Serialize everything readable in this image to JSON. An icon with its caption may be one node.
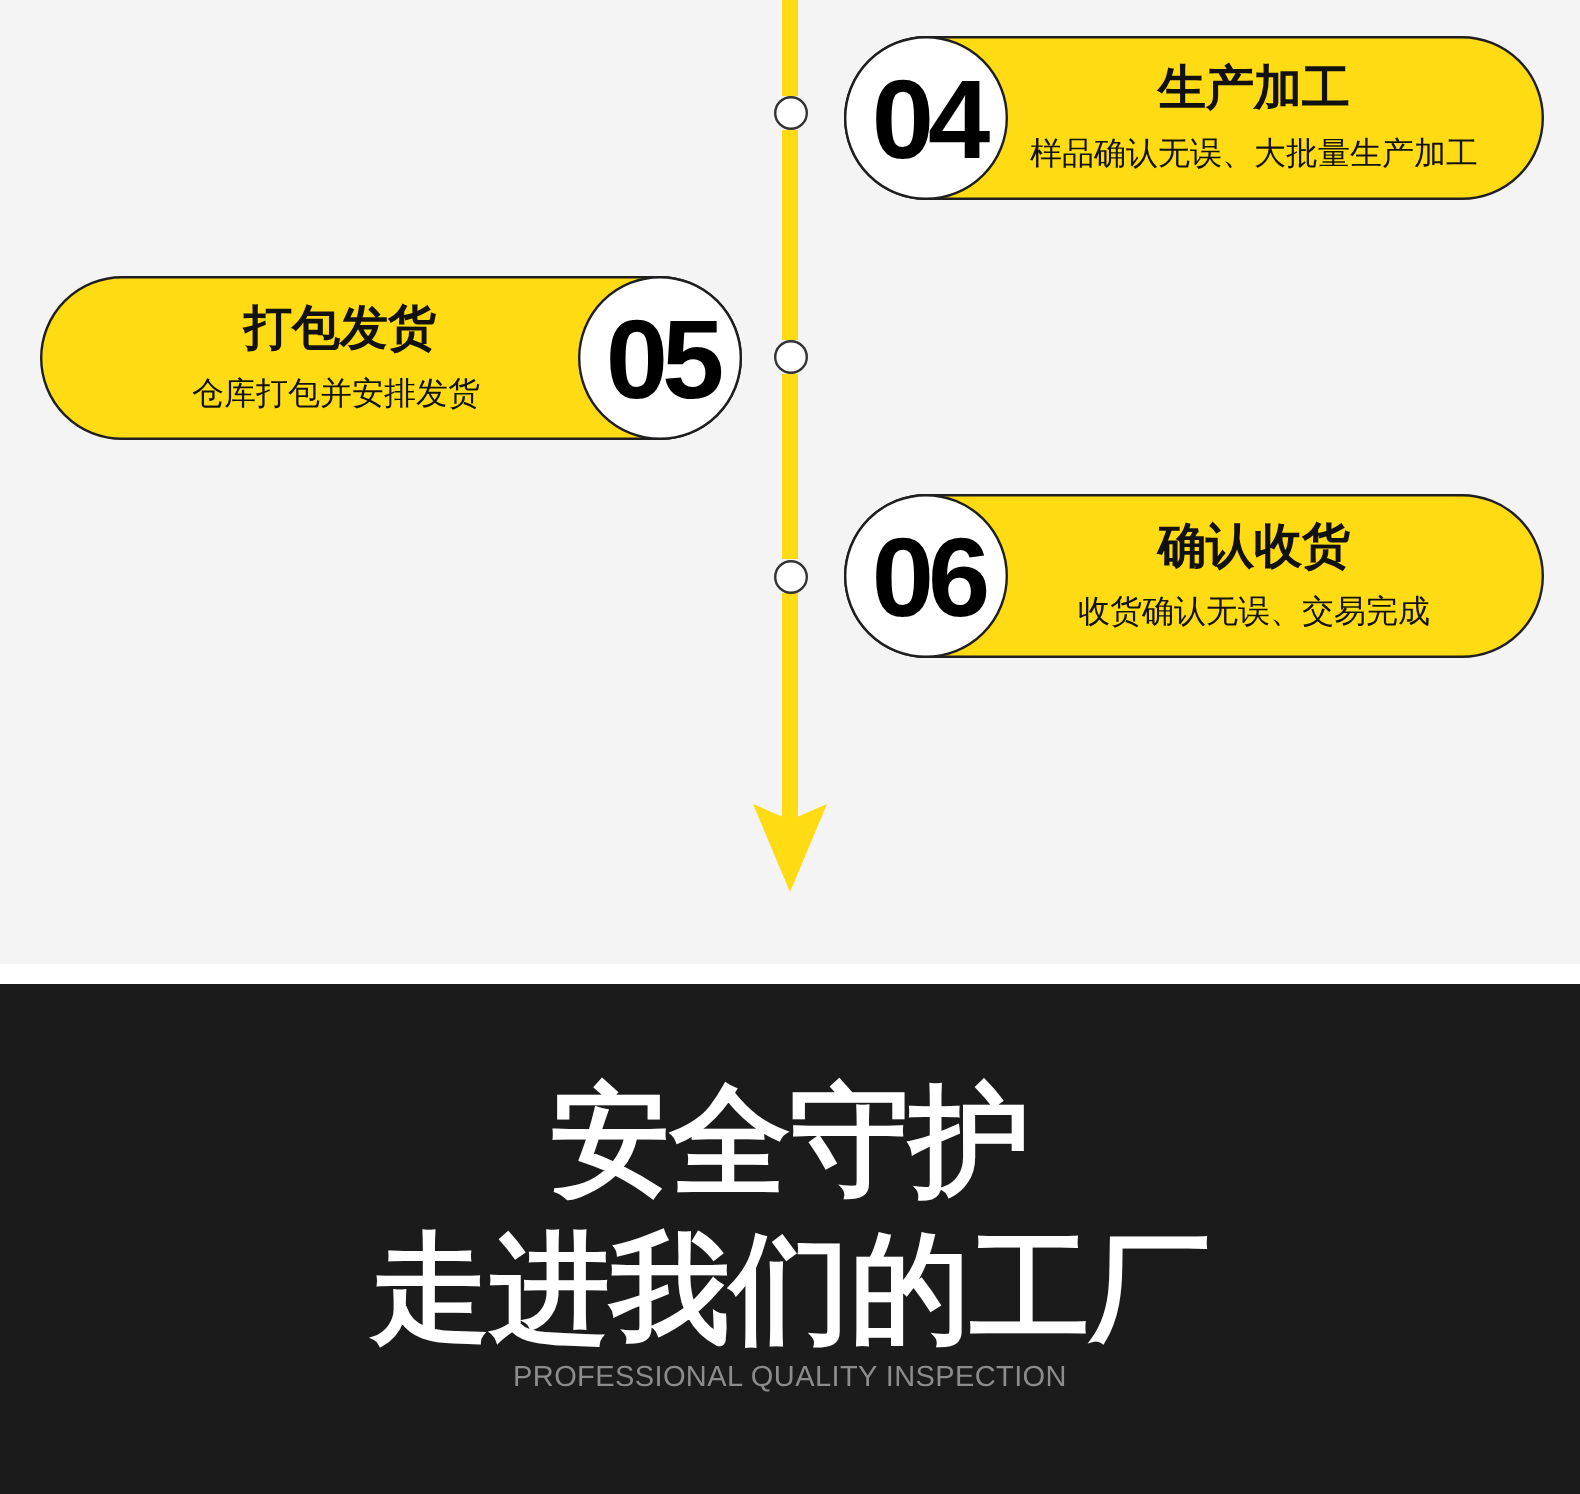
{
  "diagram": {
    "nodes": [
      {
        "text": [
          "生产加工",
          "样品确认无误、大批量生产加工"
        ]
      },
      {
        "text": [
          "04"
        ],
        "in": 0
      },
      {
        "text": [],
        "shape": "circle"
      },
      {
        "text": [
          "打包发货",
          "仓库打包并安排发货"
        ]
      },
      {
        "text": [
          "05"
        ],
        "in": 3
      },
      {
        "text": [],
        "shape": "circle"
      },
      {
        "text": [
          "确认收货",
          "收货确认无误、交易完成"
        ]
      },
      {
        "text": [
          "06"
        ],
        "in": 6
      },
      {
        "text": [],
        "shape": "circle"
      },
      {
        "text": [
          "安全守护",
          "走进我们的工厂",
          "PROFESSIONAL QUALITY INSPECTION"
        ]
      }
    ],
    "edges": [
      {
        "from": null,
        "to": 2,
        "arrow": "none"
      },
      {
        "from": 2,
        "to": 5,
        "arrow": "none"
      },
      {
        "from": 5,
        "to": 8,
        "arrow": "none"
      },
      {
        "from": 8,
        "to": null,
        "arrow": "to"
      }
    ]
  }
}
